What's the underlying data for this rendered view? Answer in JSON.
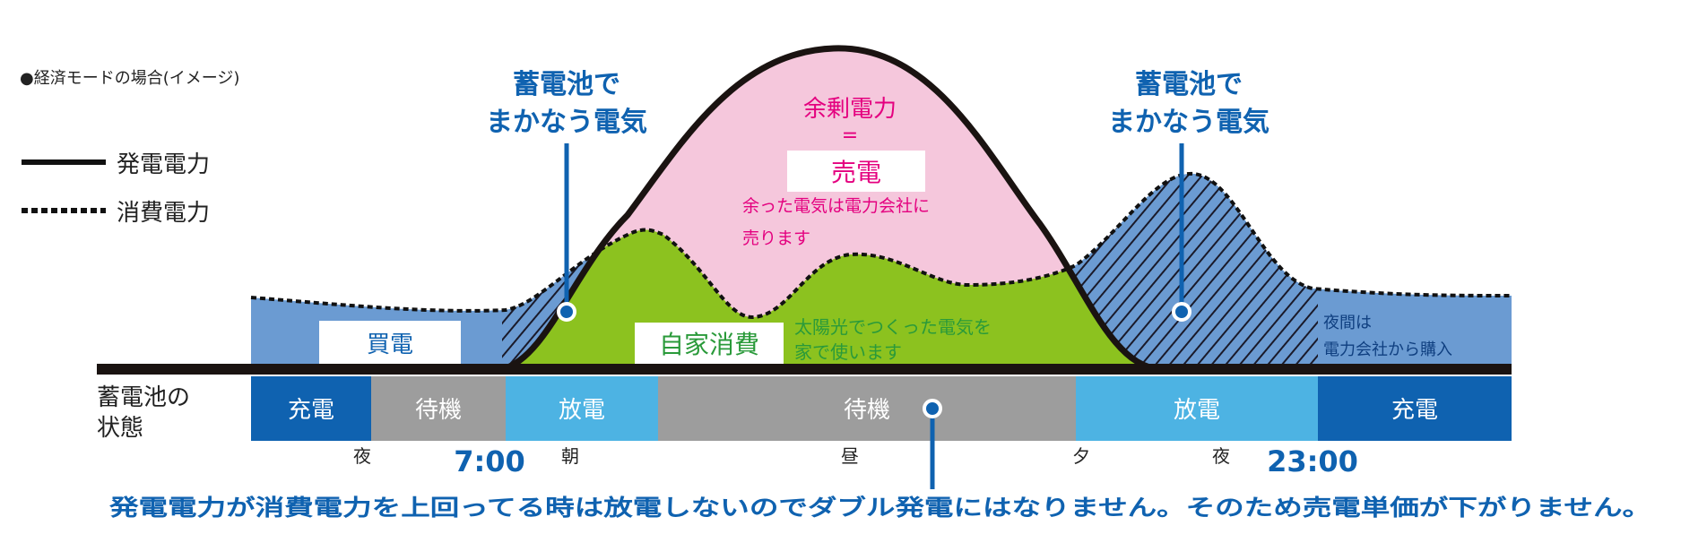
{
  "title": "●経済モードの場合(イメージ)",
  "legend": {
    "generation": "発電電力",
    "consumption": "消費電力"
  },
  "callouts": {
    "left_line1": "蓄電池で",
    "left_line2": "まかなう電気",
    "right_line1": "蓄電池で",
    "right_line2": "まかなう電気"
  },
  "areas": {
    "surplus_title": "余剰電力",
    "equals": "=",
    "sell_label": "売電",
    "sell_desc_1": "余った電気は電力会社に",
    "sell_desc_2": "売ります",
    "self_label": "自家消費",
    "self_desc_1": "太陽光でつくった電気を",
    "self_desc_2": "家で使います",
    "buy_label": "買電",
    "night_desc_1": "夜間は",
    "night_desc_2": "電力会社から購入"
  },
  "battery": {
    "label_1": "蓄電池の",
    "label_2": "状態",
    "segments": [
      {
        "label": "充電",
        "color": "#0f62b0"
      },
      {
        "label": "待機",
        "color": "#9d9d9d"
      },
      {
        "label": "放電",
        "color": "#4db3e3"
      },
      {
        "label": "待機",
        "color": "#9d9d9d"
      },
      {
        "label": "放電",
        "color": "#4db3e3"
      },
      {
        "label": "充電",
        "color": "#0f62b0"
      }
    ]
  },
  "time_labels": {
    "night1": "夜",
    "t700": "7:00",
    "morning": "朝",
    "noon": "昼",
    "evening": "夕",
    "night2": "夜",
    "t2300": "23:00"
  },
  "footer_note": "発電電力が消費電力を上回ってる時は放電しないのでダブル発電にはなりません。そのため売電単価が下がりません。",
  "colors": {
    "accent_blue": "#0f62b0",
    "consumption_fill": "#6b9bd2",
    "surplus_pink": "#f5c7dc",
    "self_green": "#8cc21f",
    "pink_text": "#e4007f",
    "green_text": "#2a9a3a"
  }
}
